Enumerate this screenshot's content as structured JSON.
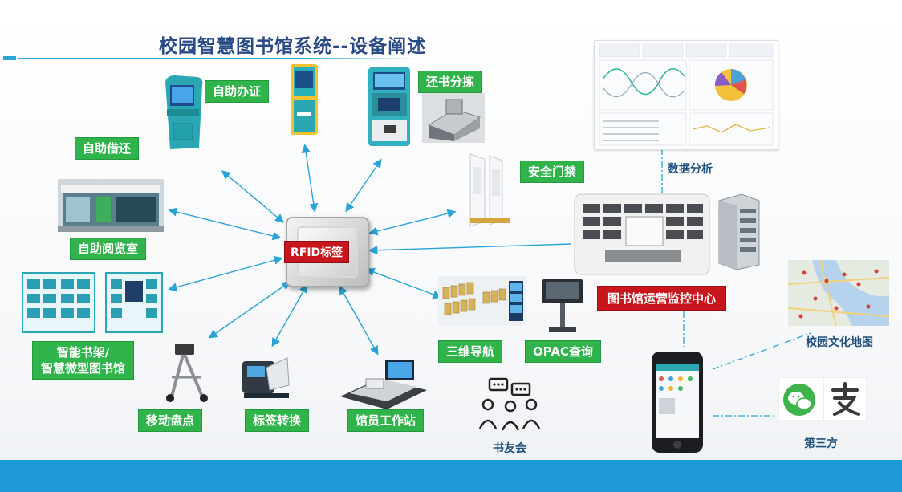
{
  "title": "校园智慧图书馆系统--设备阐述",
  "hub": {
    "label": "RFID标签"
  },
  "devices": {
    "self_card": "自助办证",
    "return_sort": "还书分拣",
    "self_borrow": "自助借还",
    "security_gate": "安全门禁",
    "reading_room": "自助阅览室",
    "smart_shelf_line1": "智能书架/",
    "smart_shelf_line2": "智慧微型图书馆",
    "mobile_inventory": "移动盘点",
    "tag_convert": "标签转换",
    "staff_station": "馆员工作站",
    "nav_3d": "三维导航",
    "opac": "OPAC查询"
  },
  "monitor_center": "图书馆运营监控中心",
  "data_analysis": "数据分析",
  "book_club": "书友会",
  "campus_map": "校园文化地图",
  "third_party": "第三方",
  "colors": {
    "accent_blue": "#1e9bd6",
    "label_green": "#2fb34a",
    "label_red": "#c8171c",
    "title_blue": "#2a4a86"
  },
  "icons": [
    "kiosk-icon",
    "sorting-machine-icon",
    "security-gate-icon",
    "reading-booth-icon",
    "bookshelf-icon",
    "inventory-cart-icon",
    "tag-converter-icon",
    "workstation-icon",
    "nav-screen-icon",
    "opac-terminal-icon",
    "monitor-room-icon",
    "server-rack-icon",
    "dashboard-chart-icon",
    "people-chat-icon",
    "smartphone-icon",
    "map-icon",
    "wechat-icon",
    "alipay-icon",
    "rfid-chip-icon"
  ]
}
